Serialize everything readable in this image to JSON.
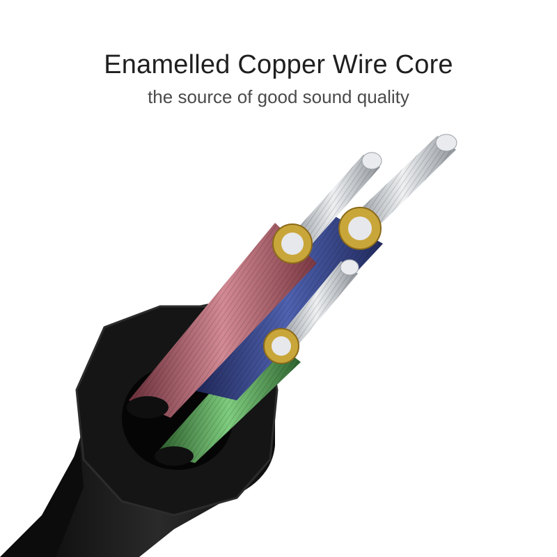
{
  "header": {
    "title": "Enamelled Copper Wire Core",
    "subtitle": "the source of good sound quality"
  },
  "illustration": {
    "subject": "cable-cross-section",
    "colors": {
      "jacket": "#1a1a1a",
      "core_red": "#c2757f",
      "core_blue": "#3a4a8c",
      "core_green": "#5fae5f",
      "copper_ring": "#c9a63a",
      "silver_strand": "#c9cdd2"
    }
  }
}
